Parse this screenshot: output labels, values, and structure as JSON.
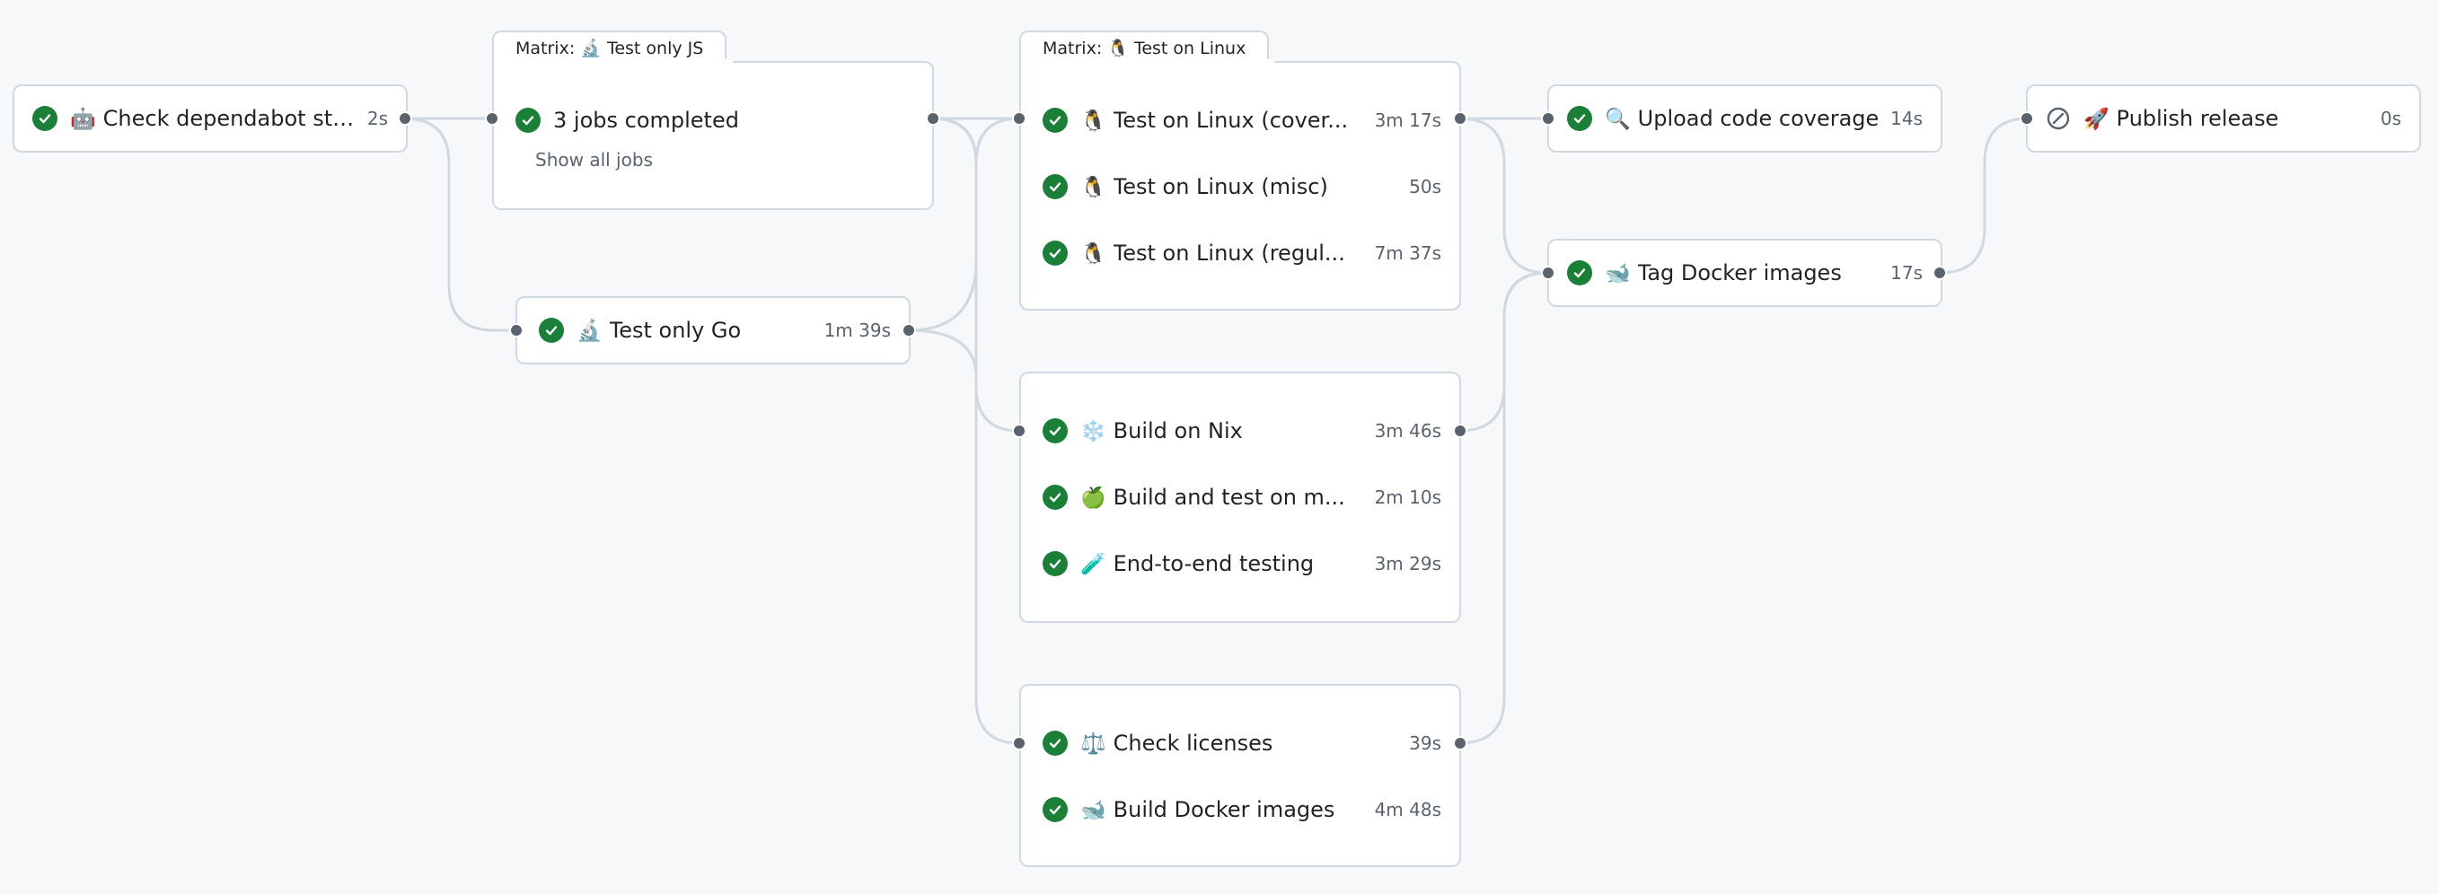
{
  "colors": {
    "success": "#1a7f37",
    "connector": "#d1d9e0",
    "port": "#59636e",
    "background": "#f6f8fa"
  },
  "jobs": {
    "dependabot": {
      "icon": "robot-icon",
      "emoji": "🤖",
      "name": "Check dependabot status",
      "duration": "2s",
      "status": "success"
    },
    "test_go": {
      "icon": "microscope-icon",
      "emoji": "🔬",
      "name": "Test only Go",
      "duration": "1m 39s",
      "status": "success"
    },
    "nix": {
      "icon": "snowflake-icon",
      "emoji": "❄️",
      "name": "Build on Nix",
      "duration": "3m 46s",
      "status": "success"
    },
    "macos": {
      "icon": "apple-icon",
      "emoji": "🍏",
      "name": "Build and test on m...",
      "duration": "2m 10s",
      "status": "success"
    },
    "e2e": {
      "icon": "test-tube-icon",
      "emoji": "🧪",
      "name": "End-to-end testing",
      "duration": "3m 29s",
      "status": "success"
    },
    "licenses": {
      "icon": "scales-icon",
      "emoji": "⚖️",
      "name": "Check licenses",
      "duration": "39s",
      "status": "success"
    },
    "build_docker": {
      "icon": "whale-icon",
      "emoji": "🐋",
      "name": "Build Docker images",
      "duration": "4m 48s",
      "status": "success"
    },
    "upload_coverage": {
      "icon": "magnifier-icon",
      "emoji": "🔍",
      "name": "Upload code coverage",
      "duration": "14s",
      "status": "success"
    },
    "tag_docker": {
      "icon": "whale-icon",
      "emoji": "🐋",
      "name": "Tag Docker images",
      "duration": "17s",
      "status": "success"
    },
    "publish": {
      "icon": "rocket-icon",
      "emoji": "🚀",
      "name": "Publish release",
      "duration": "0s",
      "status": "skipped"
    }
  },
  "matrix_js": {
    "label": "Matrix: 🔬 Test only JS",
    "summary": "3 jobs completed",
    "show_all": "Show all jobs"
  },
  "matrix_linux": {
    "label": "Matrix: 🐧 Test on Linux",
    "jobs": [
      {
        "icon": "penguin-icon",
        "emoji": "🐧",
        "name": "Test on Linux (cover...",
        "duration": "3m 17s",
        "status": "success"
      },
      {
        "icon": "penguin-icon",
        "emoji": "🐧",
        "name": "Test on Linux (misc)",
        "duration": "50s",
        "status": "success"
      },
      {
        "icon": "penguin-icon",
        "emoji": "🐧",
        "name": "Test on Linux (regul...",
        "duration": "7m 37s",
        "status": "success"
      }
    ]
  }
}
